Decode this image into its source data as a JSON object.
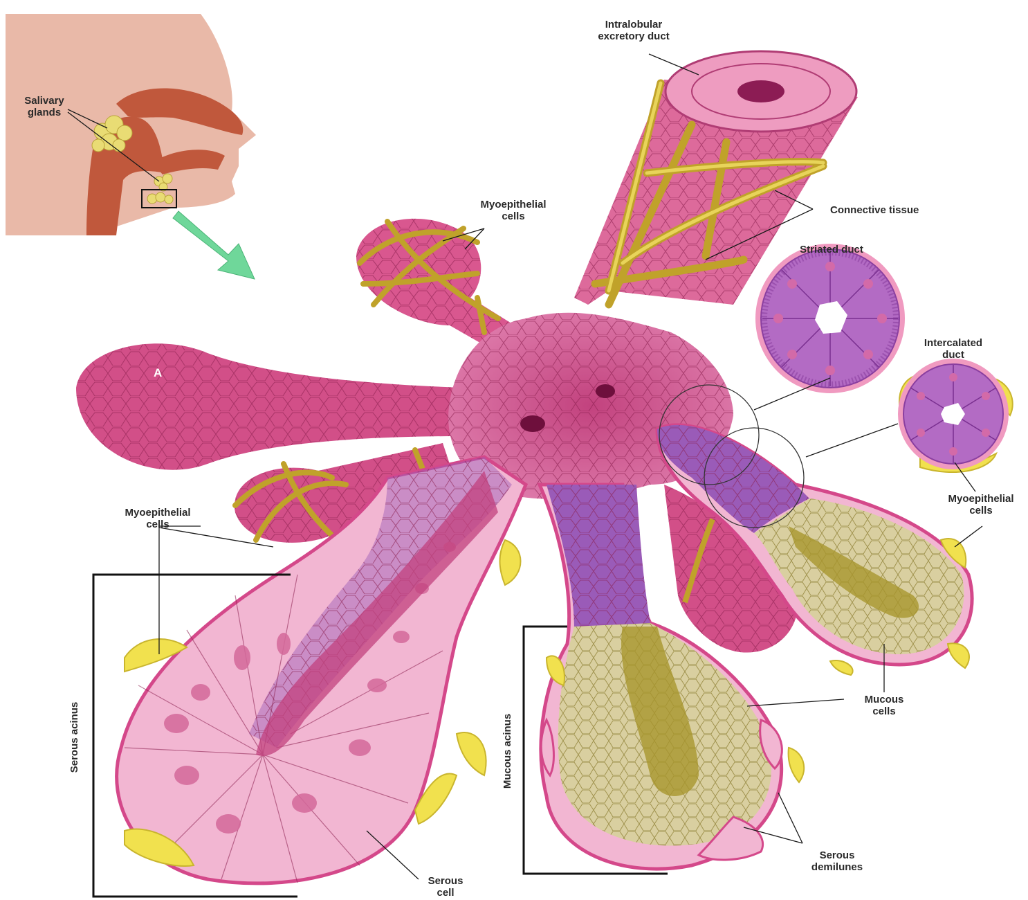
{
  "labels": {
    "salivary_glands": [
      "Salivary",
      "glands"
    ],
    "intralobular_duct": [
      "Intralobular",
      "excretory duct"
    ],
    "myoepithelial_top": [
      "Myoepithelial",
      "cells"
    ],
    "connective_tissue": [
      "Connective tissue"
    ],
    "striated_duct": [
      "Striated duct"
    ],
    "intercalated_duct": [
      "Intercalated",
      "duct"
    ],
    "acinus_a": [
      "A"
    ],
    "myoepithelial_left": [
      "Myoepithelial",
      "cells"
    ],
    "myoepithelial_right": [
      "Myoepithelial",
      "cells"
    ],
    "mucous_cells": [
      "Mucous",
      "cells"
    ],
    "serous_demilunes": [
      "Serous",
      "demilunes"
    ],
    "serous_cell": [
      "Serous",
      "cell"
    ],
    "serous_acinus": "Serous acinus",
    "mucous_acinus": "Mucous acinus"
  },
  "colors": {
    "head_skin": "#e9b9a8",
    "mouth_tissue": "#c0583c",
    "gland_yellow": "#e9dc74",
    "pointer_arrow": "#6fd79a",
    "duct_pink": "#dd6a9b",
    "duct_dark": "#b03c74",
    "serous_pink": "#f2b6d2",
    "mucous_tan": "#d9cfa0",
    "mucous_dark": "#a8962e",
    "duct_purple": "#9a5bb8",
    "myoepithelial_yellow": "#f1e14e",
    "connective_gold": "#cdb73a"
  },
  "icons": [
    "head-silhouette-icon",
    "salivary-gland-icon",
    "zoom-arrow-icon"
  ]
}
